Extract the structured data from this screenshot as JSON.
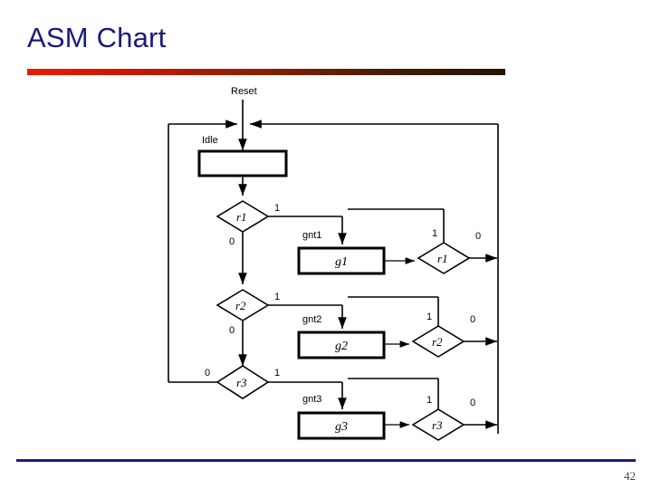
{
  "slide": {
    "title": "ASM Chart",
    "page_number": "42",
    "accent_bar_start_color": "#e81b00",
    "accent_bar_end_color": "#241403",
    "footer_rule_color": "#1a1a8c",
    "title_color": "#1a1a7a"
  },
  "chart_data": {
    "type": "diagram",
    "diagram_kind": "asm-chart",
    "title": "ASM Chart",
    "entry_label": "Reset",
    "states": [
      {
        "id": "idle",
        "label": "Idle",
        "shape": "rectangle",
        "text": ""
      },
      {
        "id": "gnt1",
        "label": "gnt1",
        "shape": "rectangle",
        "text": "g1"
      },
      {
        "id": "gnt2",
        "label": "gnt2",
        "shape": "rectangle",
        "text": "g2"
      },
      {
        "id": "gnt3",
        "label": "gnt3",
        "shape": "rectangle",
        "text": "g3"
      }
    ],
    "decisions": [
      {
        "id": "d-r1-a",
        "text": "r1",
        "shape": "diamond",
        "branch_labels": {
          "right": "1",
          "bottom": "0"
        }
      },
      {
        "id": "d-r1-b",
        "text": "r1",
        "shape": "diamond",
        "branch_labels": {
          "top": "1",
          "right": "0"
        }
      },
      {
        "id": "d-r2-a",
        "text": "r2",
        "shape": "diamond",
        "branch_labels": {
          "right": "1",
          "bottom": "0"
        }
      },
      {
        "id": "d-r2-b",
        "text": "r2",
        "shape": "diamond",
        "branch_labels": {
          "top": "1",
          "right": "0"
        }
      },
      {
        "id": "d-r3-a",
        "text": "r3",
        "shape": "diamond",
        "branch_labels": {
          "left": "0",
          "right": "1"
        }
      },
      {
        "id": "d-r3-b",
        "text": "r3",
        "shape": "diamond",
        "branch_labels": {
          "top": "1",
          "right": "0"
        }
      }
    ],
    "edges": [
      {
        "from": "reset",
        "to": "idle",
        "label": ""
      },
      {
        "from": "idle",
        "to": "d-r1-a",
        "label": ""
      },
      {
        "from": "d-r1-a",
        "to": "gnt1",
        "label": "1"
      },
      {
        "from": "d-r1-a",
        "to": "d-r2-a",
        "label": "0"
      },
      {
        "from": "gnt1",
        "to": "d-r1-b",
        "label": ""
      },
      {
        "from": "d-r1-b",
        "to": "return-bus",
        "label": "0"
      },
      {
        "from": "d-r1-b",
        "to": "gnt1",
        "label": "1"
      },
      {
        "from": "d-r2-a",
        "to": "gnt2",
        "label": "1"
      },
      {
        "from": "d-r2-a",
        "to": "d-r3-a",
        "label": "0"
      },
      {
        "from": "gnt2",
        "to": "d-r2-b",
        "label": ""
      },
      {
        "from": "d-r2-b",
        "to": "return-bus",
        "label": "0"
      },
      {
        "from": "d-r2-b",
        "to": "gnt2",
        "label": "1"
      },
      {
        "from": "d-r3-a",
        "to": "gnt3",
        "label": "1"
      },
      {
        "from": "d-r3-a",
        "to": "idle-bus",
        "label": "0"
      },
      {
        "from": "gnt3",
        "to": "d-r3-b",
        "label": ""
      },
      {
        "from": "d-r3-b",
        "to": "return-bus",
        "label": "0"
      },
      {
        "from": "d-r3-b",
        "to": "gnt3",
        "label": "1"
      }
    ],
    "labels": {
      "reset": "Reset",
      "idle": "Idle",
      "gnt1": "gnt1",
      "gnt2": "gnt2",
      "gnt3": "gnt3",
      "g1": "g1",
      "g2": "g2",
      "g3": "g3",
      "r1a": "r1",
      "r1b": "r1",
      "r2a": "r2",
      "r2b": "r2",
      "r3a": "r3",
      "r3b": "r3",
      "bit0": "0",
      "bit1": "1"
    }
  }
}
